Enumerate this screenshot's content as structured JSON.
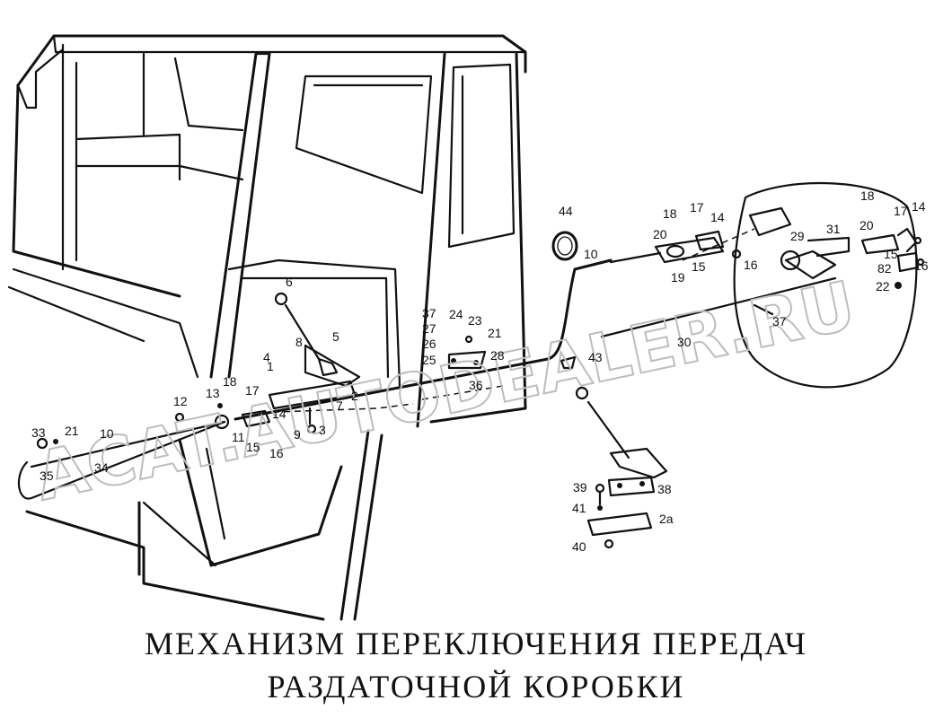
{
  "title": {
    "line1": "МЕХАНИЗМ ПЕРЕКЛЮЧЕНИЯ ПЕРЕДАЧ",
    "line2": "РАЗДАТОЧНОЙ КОРОБКИ"
  },
  "watermark": "ACAT.AUTODEALER.RU",
  "callouts": [
    "1",
    "2",
    "2a",
    "3",
    "4",
    "5",
    "6",
    "7",
    "8",
    "9",
    "10",
    "11",
    "12",
    "13",
    "14",
    "15",
    "16",
    "17",
    "18",
    "19",
    "20",
    "21",
    "22",
    "23",
    "24",
    "25",
    "26",
    "27",
    "28",
    "29",
    "30",
    "31",
    "33",
    "34",
    "35",
    "36",
    "37",
    "38",
    "39",
    "40",
    "41",
    "43",
    "44",
    "82"
  ]
}
